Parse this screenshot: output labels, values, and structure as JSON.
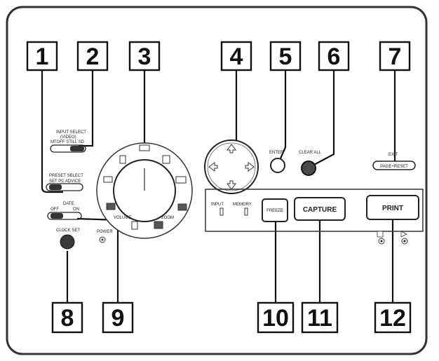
{
  "callouts": {
    "c1": "1",
    "c2": "2",
    "c3": "3",
    "c4": "4",
    "c5": "5",
    "c6": "6",
    "c7": "7",
    "c8": "8",
    "c9": "9",
    "c10": "10",
    "c11": "11",
    "c12": "12"
  },
  "labels": {
    "input_select": "INPUT SELECT",
    "input_select_sub": "(VIDEO)",
    "input_select_opts": "MTOFF STILL SD",
    "preset_select": "PRESET SELECT",
    "preset_select_opts": "SET    PC ADVICE",
    "date": "DATE",
    "date_off": "OFF",
    "date_on": "ON",
    "clock_set": "CLOCK SET",
    "power": "POWER",
    "dial_volume": "VOLUME",
    "dial_zoom": "ZOOM",
    "enter": "ENTER",
    "clear_all": "CLEAR ALL",
    "exit": "EXIT",
    "exit_sub": "PAGE+RESET",
    "input": "INPUT",
    "memory": "MEMORY",
    "freeze": "FREEZE",
    "capture": "CAPTURE",
    "print": "PRINT"
  }
}
